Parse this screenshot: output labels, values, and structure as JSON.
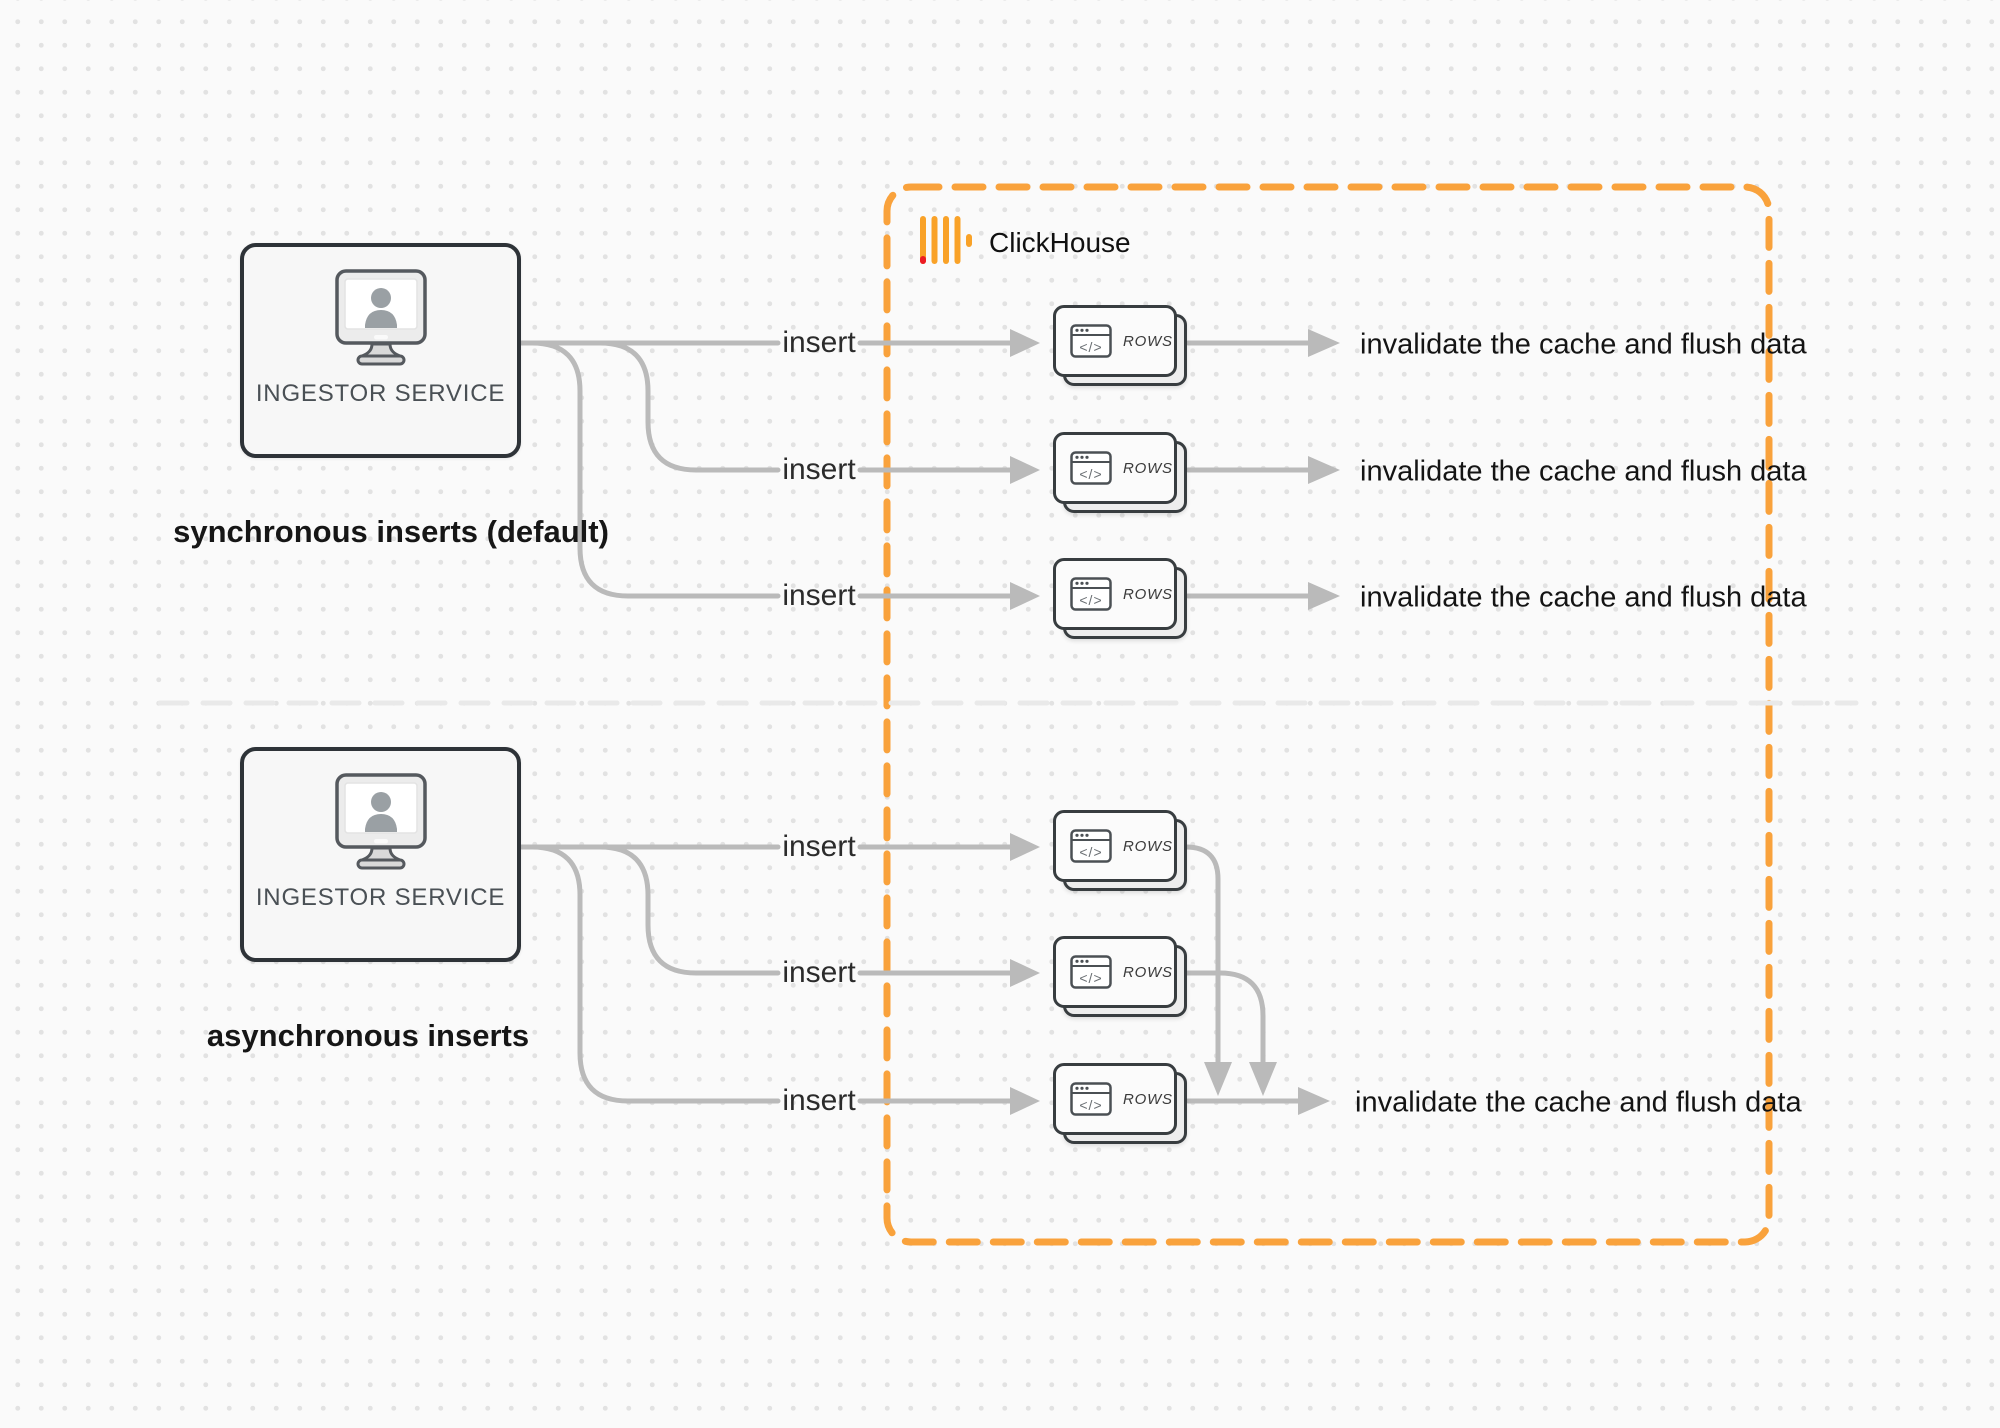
{
  "diagram": {
    "clickhouse": {
      "label": "ClickHouse"
    },
    "sync": {
      "ingestor_label": "INGESTOR SERVICE",
      "caption": "synchronous inserts (default)",
      "rows": [
        {
          "insert": "insert",
          "code": "</>",
          "rows": "ROWS",
          "result": "invalidate the cache and flush data"
        },
        {
          "insert": "insert",
          "code": "</>",
          "rows": "ROWS",
          "result": "invalidate the cache and flush data"
        },
        {
          "insert": "insert",
          "code": "</>",
          "rows": "ROWS",
          "result": "invalidate the cache and flush data"
        }
      ]
    },
    "async": {
      "ingestor_label": "INGESTOR SERVICE",
      "caption": "asynchronous inserts",
      "rows": [
        {
          "insert": "insert",
          "code": "</>",
          "rows": "ROWS"
        },
        {
          "insert": "insert",
          "code": "</>",
          "rows": "ROWS"
        },
        {
          "insert": "insert",
          "code": "</>",
          "rows": "ROWS",
          "result": "invalidate the cache and flush data"
        }
      ]
    },
    "colors": {
      "clickhouse_box_border": "#F9A23C",
      "logo_amber": "#F9A228",
      "logo_red": "#EC1B24",
      "connector_gray": "#bababa",
      "divider_gray": "#e9e9e9",
      "box_border_dark": "#2e3338"
    }
  }
}
